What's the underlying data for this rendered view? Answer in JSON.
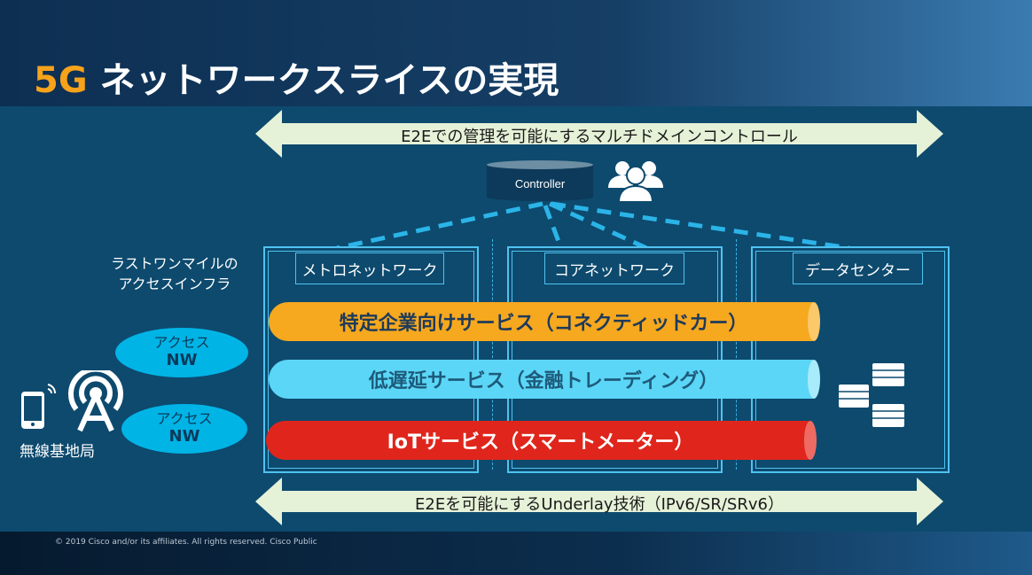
{
  "title": {
    "accent": "5G",
    "text": " ネットワークスライスの実現"
  },
  "top_arrow": "E2Eでの管理を可能にするマルチドメインコントロール",
  "bottom_arrow": "E2Eを可能にするUnderlay技術（IPv6/SR/SRv6）",
  "controller": "Controller",
  "last_mile": [
    "ラストワンマイルの",
    "アクセスインフラ"
  ],
  "access": [
    {
      "line1": "アクセス",
      "line2": "NW"
    },
    {
      "line1": "アクセス",
      "line2": "NW"
    }
  ],
  "base_station": "無線基地局",
  "columns": [
    "メトロネットワーク",
    "コアネットワーク",
    "データセンター"
  ],
  "slices": [
    {
      "label": "特定企業向けサービス（コネクティッドカー）",
      "color": "#f6a81e"
    },
    {
      "label": "低遅延サービス（金融トレーディング）",
      "color": "#5bd6f7"
    },
    {
      "label": "IoTサービス（スマートメーター）",
      "color": "#e0261c"
    }
  ],
  "footer": "© 2019  Cisco and/or its affiliates. All rights reserved.   Cisco Public"
}
